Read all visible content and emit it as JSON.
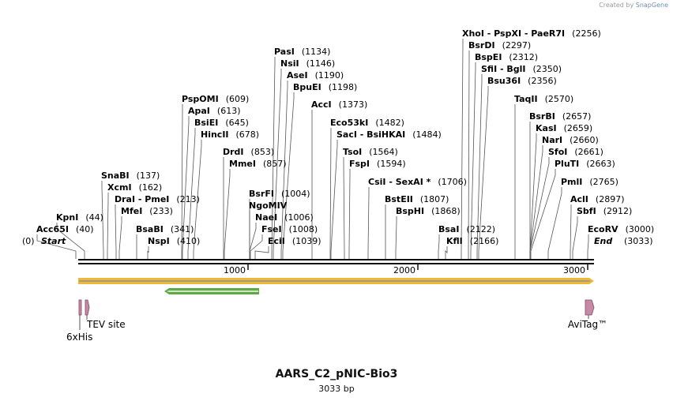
{
  "credit": {
    "prefix": "Created by",
    "brand": "SnapGene"
  },
  "map": {
    "title": "AARS_C2_pNIC-Bio3",
    "length_label": "3033 bp",
    "start_label": "Start",
    "start_pos": "(0)",
    "end_label": "End",
    "end_pos": "(3033)",
    "ticks": [
      "1000",
      "2000",
      "3000"
    ]
  },
  "sites": [
    {
      "name": "Acc65I",
      "pos": "(40)"
    },
    {
      "name": "KpnI",
      "pos": "(44)"
    },
    {
      "name": "SnaBI",
      "pos": "(137)"
    },
    {
      "name": "XcmI",
      "pos": "(162)"
    },
    {
      "name": "DraI  -  PmeI",
      "pos": "(213)"
    },
    {
      "name": "MfeI",
      "pos": "(233)"
    },
    {
      "name": "BsaBI",
      "pos": "(341)"
    },
    {
      "name": "NspI",
      "pos": "(410)"
    },
    {
      "name": "PspOMI",
      "pos": "(609)"
    },
    {
      "name": "ApaI",
      "pos": "(613)"
    },
    {
      "name": "BsiEI",
      "pos": "(645)"
    },
    {
      "name": "HincII",
      "pos": "(678)"
    },
    {
      "name": "DrdI",
      "pos": "(853)"
    },
    {
      "name": "MmeI",
      "pos": "(857)"
    },
    {
      "name": "BsrFI",
      "pos": "(1004)"
    },
    {
      "name": "NgoMIV",
      "pos": ""
    },
    {
      "name": "NaeI",
      "pos": "(1006)"
    },
    {
      "name": "FseI",
      "pos": "(1008)"
    },
    {
      "name": "EciI",
      "pos": "(1039)"
    },
    {
      "name": "PasI",
      "pos": "(1134)"
    },
    {
      "name": "NsiI",
      "pos": "(1146)"
    },
    {
      "name": "AseI",
      "pos": "(1190)"
    },
    {
      "name": "BpuEI",
      "pos": "(1198)"
    },
    {
      "name": "AccI",
      "pos": "(1373)"
    },
    {
      "name": "Eco53kI",
      "pos": "(1482)"
    },
    {
      "name": "SacI  -  BsiHKAI",
      "pos": "(1484)"
    },
    {
      "name": "TsoI",
      "pos": "(1564)"
    },
    {
      "name": "FspI",
      "pos": "(1594)"
    },
    {
      "name": "CsiI  -  SexAI *",
      "pos": "(1706)"
    },
    {
      "name": "BstEII",
      "pos": "(1807)"
    },
    {
      "name": "BspHI",
      "pos": "(1868)"
    },
    {
      "name": "BsaI",
      "pos": "(2122)"
    },
    {
      "name": "KflI",
      "pos": "(2166)"
    },
    {
      "name": "XhoI  -  PspXI  -  PaeR7I",
      "pos": "(2256)"
    },
    {
      "name": "BsrDI",
      "pos": "(2297)"
    },
    {
      "name": "BspEI",
      "pos": "(2312)"
    },
    {
      "name": "SfiI  -  BglI",
      "pos": "(2350)"
    },
    {
      "name": "Bsu36I",
      "pos": "(2356)"
    },
    {
      "name": "TaqII",
      "pos": "(2570)"
    },
    {
      "name": "BsrBI",
      "pos": "(2657)"
    },
    {
      "name": "KasI",
      "pos": "(2659)"
    },
    {
      "name": "NarI",
      "pos": "(2660)"
    },
    {
      "name": "SfoI",
      "pos": "(2661)"
    },
    {
      "name": "PluTI",
      "pos": "(2663)"
    },
    {
      "name": "PmlI",
      "pos": "(2765)"
    },
    {
      "name": "AclI",
      "pos": "(2897)"
    },
    {
      "name": "SbfI",
      "pos": "(2912)"
    },
    {
      "name": "EcoRV",
      "pos": "(3000)"
    }
  ],
  "features": [
    {
      "name": "TEV site"
    },
    {
      "name": "6xHis"
    },
    {
      "name": "AviTag™"
    }
  ],
  "colors": {
    "backbone": "#111111",
    "orf_outer": "#f1b92f",
    "orf_inner": "#a0a0a0",
    "orf2_outer": "#5fa846",
    "orf2_inner": "#cfe8c2",
    "feature_fill": "#c78aa6",
    "feature_stroke": "#7d4c62"
  }
}
